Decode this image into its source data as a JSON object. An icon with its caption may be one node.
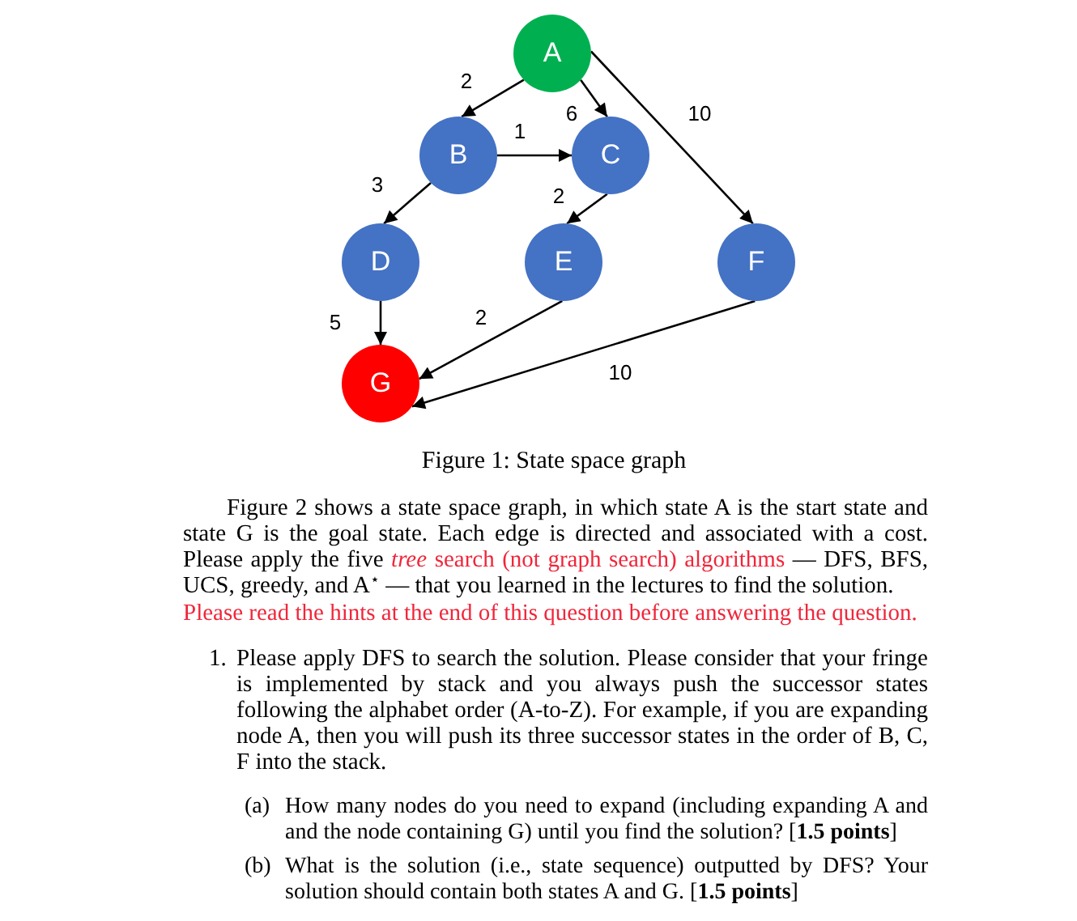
{
  "diagram": {
    "caption": "Figure 1: State space graph",
    "nodes": [
      {
        "text": [
          "A"
        ]
      },
      {
        "text": [
          "B"
        ]
      },
      {
        "text": [
          "C"
        ]
      },
      {
        "text": [
          "D"
        ]
      },
      {
        "text": [
          "E"
        ]
      },
      {
        "text": [
          "F"
        ]
      },
      {
        "text": [
          "G"
        ]
      }
    ],
    "edges": [
      {
        "from": 0,
        "to": 1,
        "arrow": "to",
        "label": "2"
      },
      {
        "from": 0,
        "to": 2,
        "arrow": "to",
        "label": "6"
      },
      {
        "from": 0,
        "to": 5,
        "arrow": "to",
        "label": "10"
      },
      {
        "from": 1,
        "to": 2,
        "arrow": "to",
        "label": "1"
      },
      {
        "from": 1,
        "to": 3,
        "arrow": "to",
        "label": "3"
      },
      {
        "from": 2,
        "to": 4,
        "arrow": "to",
        "label": "2"
      },
      {
        "from": 3,
        "to": 6,
        "arrow": "to",
        "label": "5"
      },
      {
        "from": 4,
        "to": 6,
        "arrow": "to",
        "label": "2"
      },
      {
        "from": 5,
        "to": 6,
        "arrow": "to",
        "label": "10"
      }
    ],
    "labels": [
      "Figure 2 shows a state space graph, in which state A is the start state and state G is the goal state. Each edge is directed and associated with a cost. Please apply the five",
      "*tree* search (not graph search) algorithms",
      "— DFS, BFS, UCS, greedy, and A$^{⋆}$ — that you learned in the lectures to find the solution.",
      "Please read the hints at the end of this question before answering the question.",
      "1.",
      "Please apply DFS to search the solution. Please consider that your fringe is implemented by stack and you always push the successor states following the alphabet order (A-to-Z). For example, if you are expanding node A, then you will push its three successor states in the order of B, C, F into the stack.",
      "(a)",
      "How many nodes do you need to expand (including expanding A and and the node containing G) until you find the solution? [**1.5 points**]",
      "(b)",
      "What is the solution (i.e., state sequence) outputted by DFS? Your solution should contain both states A and G. [**1.5 points**]"
    ]
  }
}
